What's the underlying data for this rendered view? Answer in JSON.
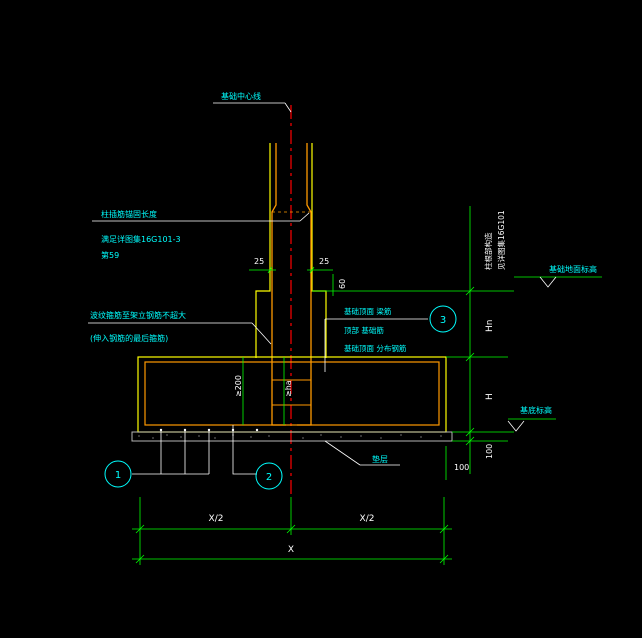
{
  "labels": {
    "centerline": "基础中心线",
    "col_anchor_1": "柱插筋锚固长度",
    "col_anchor_2": "满足详图集16G101-3",
    "col_anchor_3": "第59",
    "dims_25_left": "25",
    "dims_25_right": "25",
    "dims_60": "60",
    "stirrup_note_1": "波纹箍筋至架立钢筋不超大",
    "stirrup_note_2": "(伸入钢筋的最后箍筋)",
    "top_rebar_1": "基础顶面 梁筋",
    "top_rebar_2": "顶部 基础筋",
    "top_rebar_3": "基础顶面 分布钢筋",
    "right_note_1": "柱根部构造",
    "right_note_2": "见详图集16G101",
    "ground_elev": "基础地面标高",
    "bottom_elev": "基底标高",
    "bedding": "垫层",
    "dim_hn": "Hn",
    "dim_h": "H",
    "dim_100_right": "100",
    "dim_100_bottom": "100",
    "dim_200": "≥200",
    "dim_ha": "≥ha",
    "dim_half_left": "X/2",
    "dim_half_right": "X/2",
    "dim_total": "X",
    "bubble_1": "1",
    "bubble_2": "2",
    "bubble_3": "3"
  },
  "colors": {
    "background": "#000000",
    "dimension": "#00ff00",
    "leader": "#ffffff",
    "text": "#00ffff",
    "concrete": "#ffff00",
    "rebar": "#ff9900",
    "centerline": "#ff0000",
    "bubble": "#00ffff",
    "bedding": "#b5b5b5"
  }
}
